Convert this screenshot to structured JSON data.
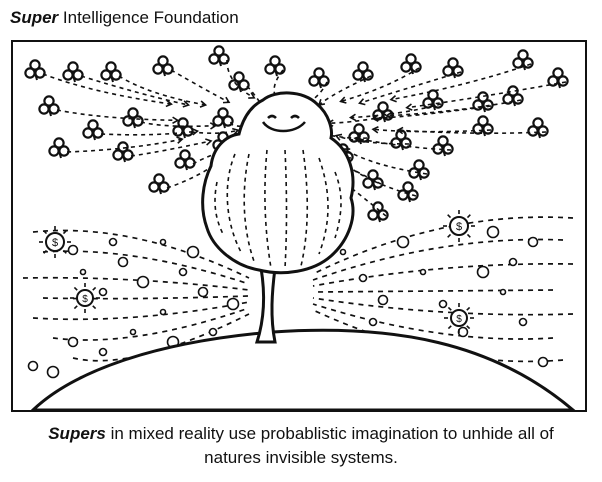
{
  "header": {
    "brand_bold": "Super",
    "brand_rest": " Intelligence Foundation"
  },
  "caption": {
    "bold": "Supers",
    "line1_rest": " in mixed reality use probablistic imagination to unhide all of",
    "line2": "natures invisible systems."
  },
  "illustration": {
    "coin_symbol": "$"
  }
}
